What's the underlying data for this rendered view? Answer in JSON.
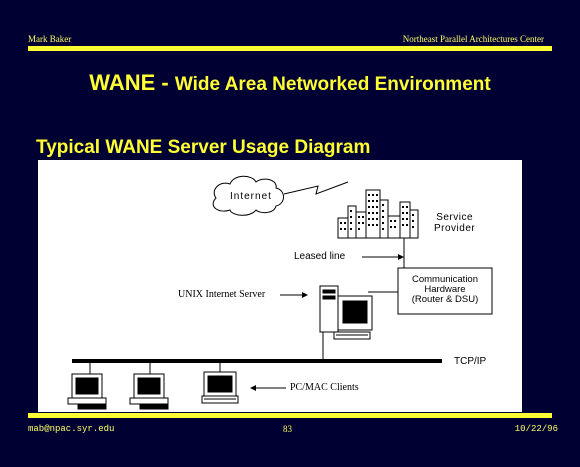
{
  "header": {
    "author": "Mark Baker",
    "organization": "Northeast Parallel Architectures Center"
  },
  "title": {
    "acronym": "WANE - ",
    "text": "Wide Area Networked Environment"
  },
  "subtitle": "Typical WANE Server Usage Diagram",
  "diagram": {
    "internet_label": "Internet",
    "service_provider_label": "Service\nProvider",
    "leased_line_label": "Leased line",
    "comm_hardware_label": "Communication\nHardware\n(Router & DSU)",
    "unix_server_label": "UNIX Internet Server",
    "network_label": "TCP/IP",
    "clients_label": "PC/MAC Clients"
  },
  "footer": {
    "email": "mab@npac.syr.edu",
    "page_number": "83",
    "date": "10/22/96"
  },
  "colors": {
    "background": "#000033",
    "accent": "#ffff33"
  }
}
